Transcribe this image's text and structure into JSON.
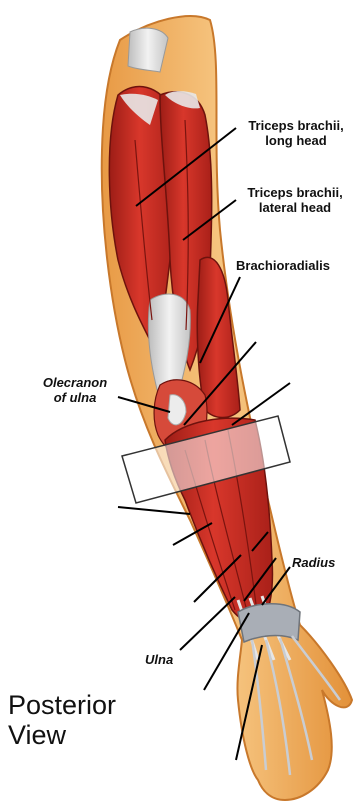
{
  "labels": {
    "triceps_long": [
      "Triceps brachii,",
      "long head"
    ],
    "triceps_lateral": [
      "Triceps brachii,",
      "lateral head"
    ],
    "brachioradialis": "Brachioradialis",
    "olecranon": [
      "Olecranon",
      "of ulna"
    ],
    "radius": "Radius",
    "ulna": "Ulna"
  },
  "view_title": [
    "Posterior",
    "View"
  ],
  "colors": {
    "muscle": "#c62a22",
    "muscle_dark": "#8e1a14",
    "skin": "#f2b466",
    "skin_dark": "#d9862e",
    "tendon": "#d8d8d8",
    "retinaculum": "#a9aeb6",
    "leader_line": "#000000"
  }
}
